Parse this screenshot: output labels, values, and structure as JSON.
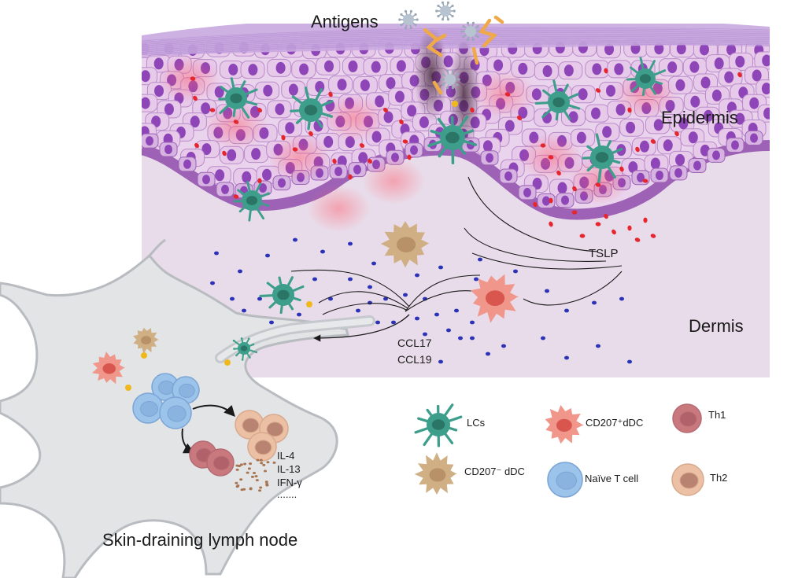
{
  "labels": {
    "antigens": "Antigens",
    "epidermis": "Epidermis",
    "dermis": "Dermis",
    "tslp": "TSLP",
    "ccl17": "CCL17",
    "ccl19": "CCL19",
    "lymph_node": "Skin-draining lymph node",
    "cytokines": [
      "IL-4",
      "IL-13",
      "IFN-γ",
      "......."
    ]
  },
  "legend": [
    {
      "label": "LCs",
      "cell": "lc"
    },
    {
      "label": "CD207⁺dDC",
      "cell": "cd207pos"
    },
    {
      "label": "Th1",
      "cell": "th1"
    },
    {
      "label": "CD207⁻ dDC",
      "cell": "cd207neg"
    },
    {
      "label": "Naïve T cell",
      "cell": "naive"
    },
    {
      "label": "Th2",
      "cell": "th2"
    }
  ],
  "colors": {
    "dermis": "#e9dcea",
    "epidermis_cell": "#e7c9ea",
    "nucleus": "#8e45b8",
    "lc": "#3e9e8c",
    "cd207pos": "#f0968a",
    "cd207neg": "#cfaf83",
    "naive": "#9cc3ea",
    "th1": "#c9787e",
    "th2": "#ecc0a4",
    "lymph_node": "#e2e4e6",
    "tslp_dot": "#e5262f",
    "chemokine_dot": "#2b32b8"
  },
  "icons": [
    "antigen-virus-icon",
    "allergen-icon"
  ]
}
